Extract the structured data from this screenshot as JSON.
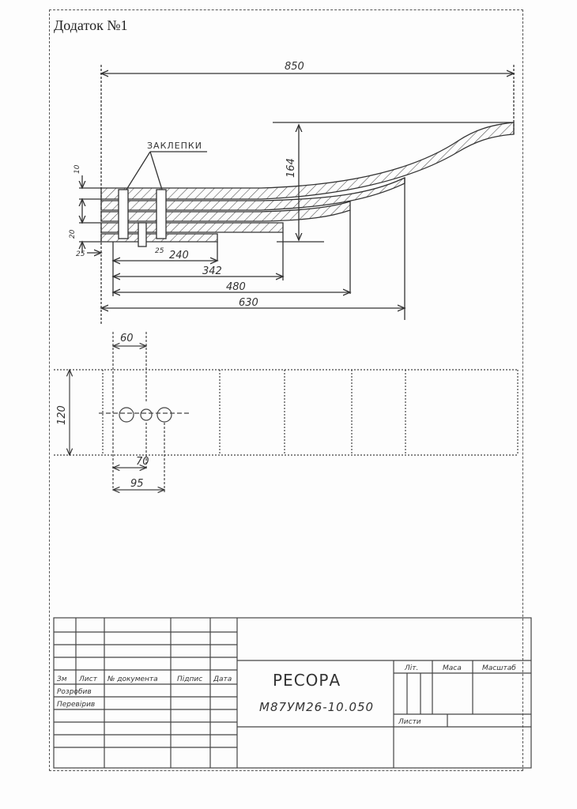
{
  "header": {
    "appendix": "Додаток №1"
  },
  "drawing": {
    "dimensions": {
      "overall_length": "850",
      "height": "164",
      "leaf_thickness_top": "10",
      "leaf_thickness_low": "20",
      "offset_25_left": "25",
      "offset_25_mid": "25",
      "leaf1": "240",
      "leaf2": "342",
      "leaf3": "480",
      "leaf4": "630",
      "hole_spacing_60": "60",
      "width_120": "120",
      "hole_70": "70",
      "hole_95": "95"
    },
    "callout": "ЗАКЛЕПКИ"
  },
  "title_block": {
    "columns": [
      "Зм",
      "Лист",
      "№ документа",
      "Підпис",
      "Дата"
    ],
    "rows": [
      "Розробив",
      "Перевірив"
    ],
    "name": "РЕСОРА",
    "code": "М87УМ26-10.050",
    "lit": "Літ.",
    "mass": "Маса",
    "scale": "Масштаб",
    "sheets": "Листи"
  }
}
